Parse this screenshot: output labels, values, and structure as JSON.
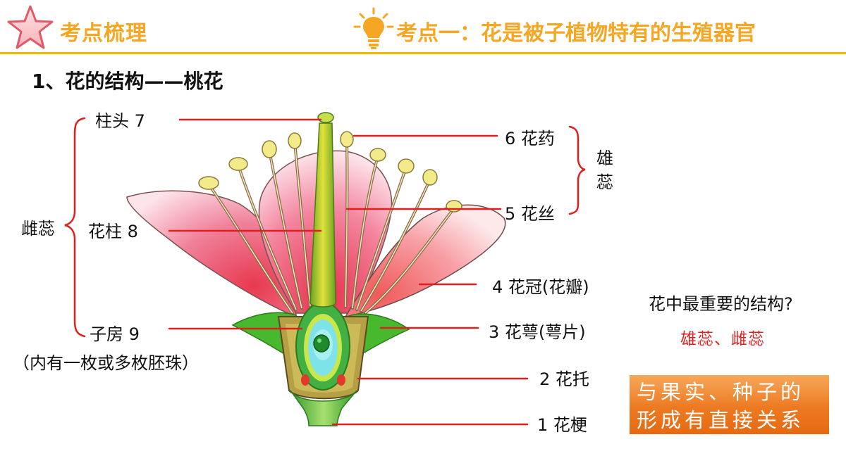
{
  "header": {
    "left_title": "考点梳理",
    "right_title": "考点一：花是被子植物特有的生殖器官"
  },
  "section_title": "1、花的结构——桃花",
  "labels": {
    "stigma": "柱头 7",
    "style": "花柱 8",
    "ovary": "子房  9",
    "ovary_note": "（内有一枚或多枚胚珠）",
    "pistil": "雌蕊",
    "anther": "6 花药",
    "filament": "5 花丝",
    "stamen": "雄蕊",
    "corolla": "4   花冠(花瓣)",
    "sepal": "3   花萼(萼片)",
    "receptacle": "2  花托",
    "pedicel": "1   花梗"
  },
  "question": "花中最重要的结构?",
  "answer": "雄蕊、雌蕊",
  "callout": {
    "line1": "与果实、种子的",
    "line2": "形成有直接关系"
  },
  "colors": {
    "accent": "#f5a623",
    "rule": "#f5b800",
    "pointer": "#e02020",
    "callout_bg": "#ec7a22"
  }
}
